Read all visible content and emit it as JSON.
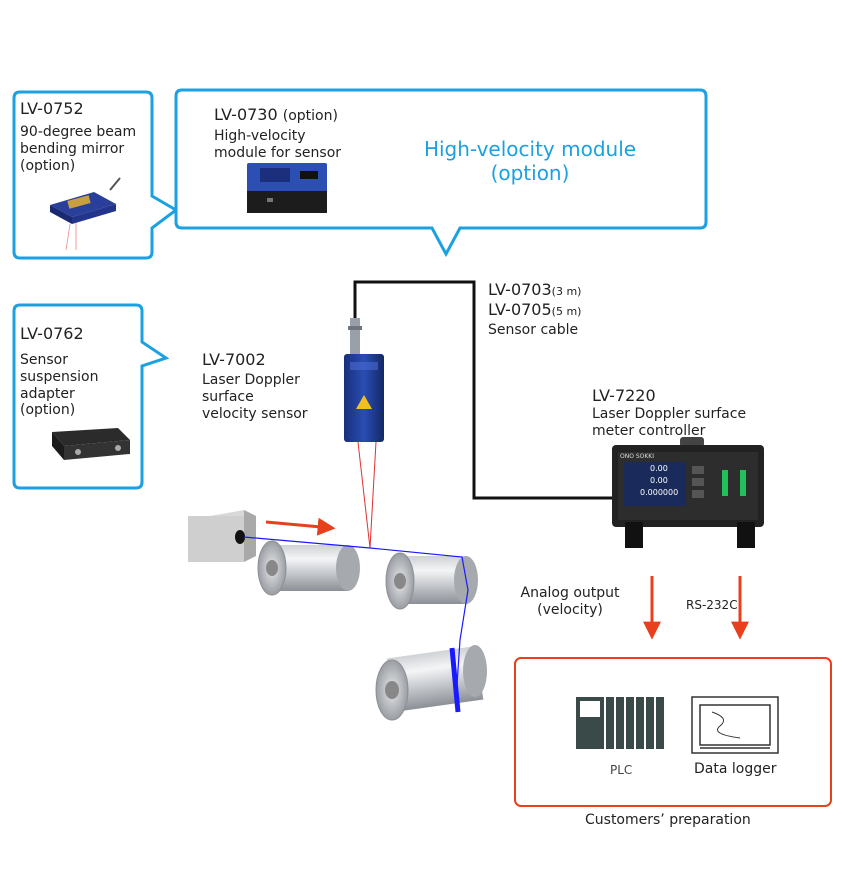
{
  "mirror": {
    "model": "LV-0752",
    "desc": "90-degree beam\nbending mirror\n(option)"
  },
  "module": {
    "model": "LV-0730",
    "option": "(option)",
    "desc": "High-velocity\nmodule for sensor",
    "headline": "High-velocity module\n(option)"
  },
  "adapter": {
    "model": "LV-0762",
    "desc": "Sensor\nsuspension\nadapter\n(option)"
  },
  "sensor": {
    "model": "LV-7002",
    "desc": "Laser Doppler\nsurface\nvelocity sensor"
  },
  "cable": {
    "model_a": "LV-0703",
    "len_a": "(3 m)",
    "model_b": "LV-0705",
    "len_b": "(5 m)",
    "desc": "Sensor cable"
  },
  "controller": {
    "model": "LV-7220",
    "desc": "Laser Doppler surface\nmeter controller",
    "brand": "ONO SOKKI",
    "readouts": [
      "0.00",
      "0.00",
      "0.000000"
    ]
  },
  "outputs": {
    "analog": "Analog output\n(velocity)",
    "serial": "RS-232C"
  },
  "customer": {
    "plc": "PLC",
    "logger": "Data logger",
    "caption": "Customers’ preparation"
  },
  "colors": {
    "blue": "#1ba1e2",
    "orange": "#e8401c",
    "cable": "#111111",
    "beam": "#e03030",
    "web": "#1a1aff"
  }
}
